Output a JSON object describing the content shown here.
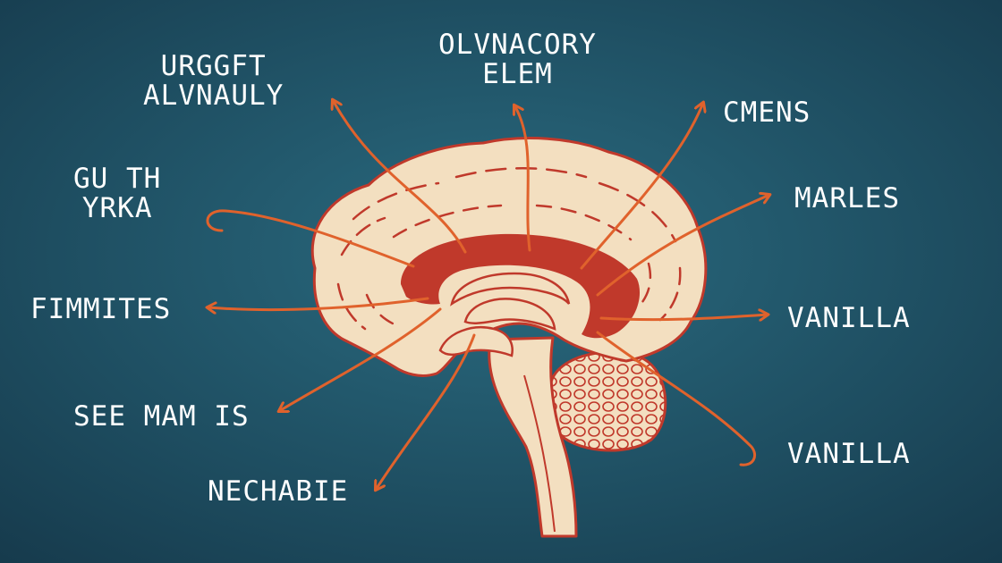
{
  "colors": {
    "background_center": "#2a6b80",
    "background_edge": "#163a4c",
    "brain_fill": "#f3dfc0",
    "brain_outline": "#c0392b",
    "limbic_fill": "#c0392b",
    "arrow": "#e0622c",
    "label_text": "#ffffff"
  },
  "labels": {
    "top_left": {
      "line1": "URGGFT",
      "line2": "ALVNAULY"
    },
    "top_center": {
      "line1": "OLVNACORY",
      "line2": "ELEM"
    },
    "top_right": {
      "text": "CMENS"
    },
    "upper_left": {
      "line1": "GU TH",
      "line2": "YRKA"
    },
    "right_upper": {
      "text": "MARLES"
    },
    "middle_left": {
      "text": "FIMMITES"
    },
    "right_middle": {
      "text": "VANILLA"
    },
    "lower_left": {
      "text": "SEE MAM IS"
    },
    "right_lower": {
      "text": "VANILLA"
    },
    "bottom_center": {
      "text": "NECHABIE"
    }
  }
}
